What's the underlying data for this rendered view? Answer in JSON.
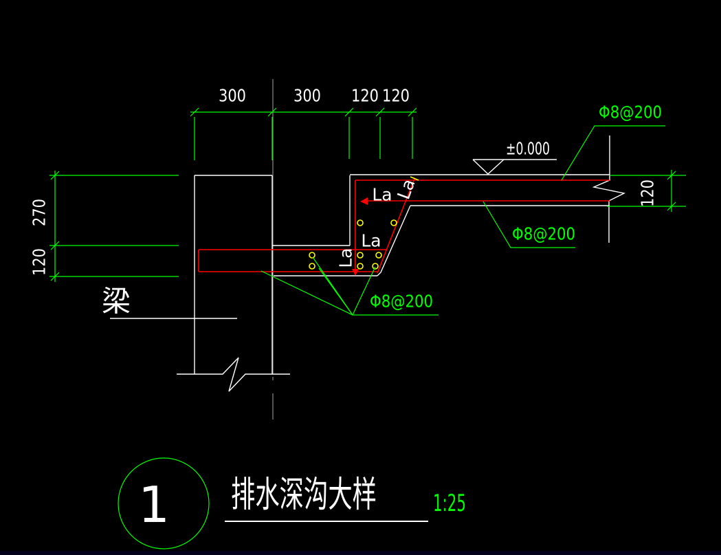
{
  "palette": {
    "background": "#000000",
    "outline_white": "#ffffff",
    "dimension_green": "#00ff00",
    "rebar_red": "#ff0000",
    "rebar_dot_yellow": "#ffff00",
    "centerline_gray": "#8c8c8c"
  },
  "dimensions": {
    "top": [
      "300",
      "300",
      "120",
      "120"
    ],
    "left": [
      "270",
      "120"
    ],
    "right": [
      "120"
    ]
  },
  "level_marker": {
    "value": "±0.000"
  },
  "rebar_labels": {
    "top_right": "Φ8@200",
    "middle_right": "Φ8@200",
    "bottom": "Φ8@200"
  },
  "lap_labels": [
    "La",
    "La",
    "La",
    "La"
  ],
  "beam_label": "梁",
  "title_block": {
    "detail_number": "1",
    "title": "排水深沟大样",
    "scale": "1:25"
  }
}
